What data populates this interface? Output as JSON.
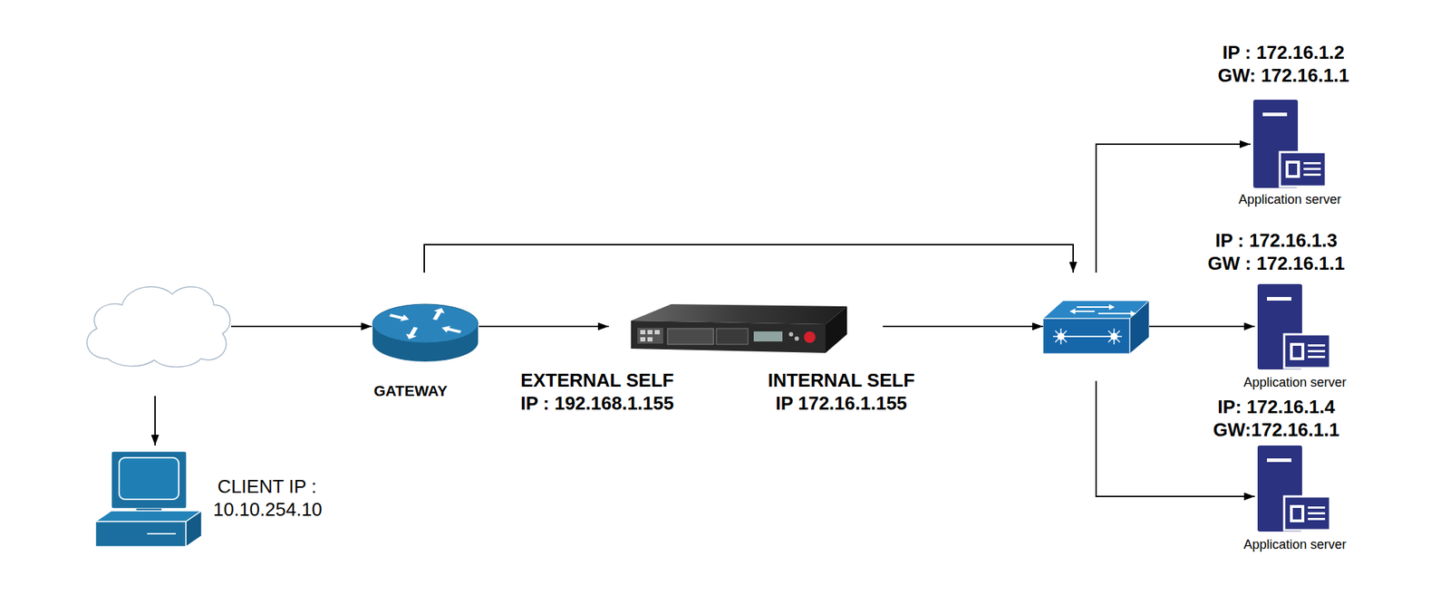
{
  "diagram": {
    "nodes": [
      {
        "text": []
      },
      {
        "text": [
          "CLIENT IP : 10.10.254.10"
        ]
      },
      {
        "text": [
          "GATEWAY"
        ]
      },
      {
        "text": [
          "EXTERNAL SELF IP : 192.168.1.155",
          "INTERNAL SELF IP 172.16.1.155"
        ]
      },
      {
        "text": []
      },
      {
        "text": [
          "IP : 172.16.1.2 GW: 172.16.1.1",
          "Application server"
        ]
      },
      {
        "text": [
          "IP : 172.16.1.3 GW : 172.16.1.1",
          "Application server"
        ]
      },
      {
        "text": [
          "IP: 172.16.1.4 GW:172.16.1.1",
          "Application server"
        ]
      }
    ],
    "edges": [
      {
        "from": 0,
        "to": 2,
        "arrow": "to"
      },
      {
        "from": 2,
        "to": 3,
        "arrow": "to"
      },
      {
        "from": 3,
        "to": 4,
        "arrow": "to"
      },
      {
        "from": 2,
        "to": 4,
        "arrow": "to"
      },
      {
        "from": 4,
        "to": 5,
        "arrow": "to"
      },
      {
        "from": 4,
        "to": 6,
        "arrow": "to"
      },
      {
        "from": 4,
        "to": 7,
        "arrow": "to"
      },
      {
        "from": 0,
        "to": 1,
        "arrow": "to"
      }
    ]
  }
}
